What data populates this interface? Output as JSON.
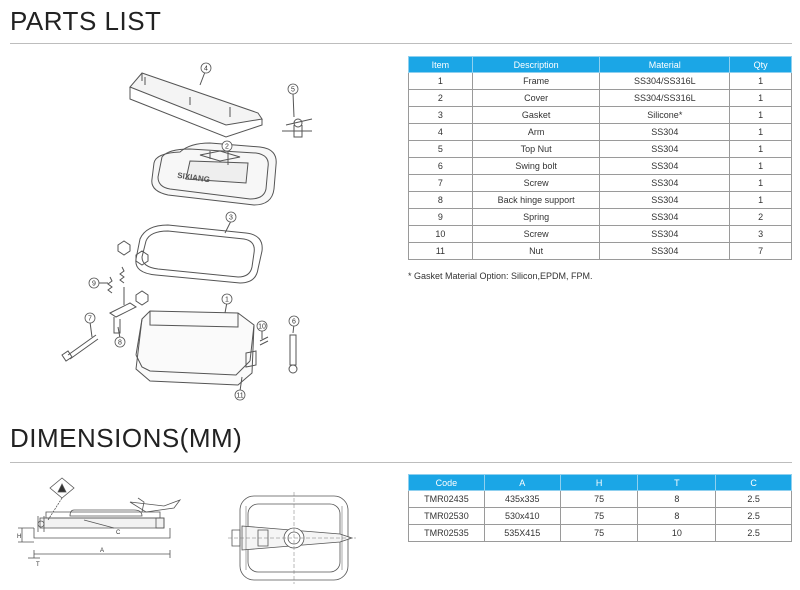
{
  "parts_section": {
    "title": "PARTS LIST",
    "table": {
      "headers": [
        "Item",
        "Description",
        "Material",
        "Qty"
      ],
      "rows": [
        [
          "1",
          "Frame",
          "SS304/SS316L",
          "1"
        ],
        [
          "2",
          "Cover",
          "SS304/SS316L",
          "1"
        ],
        [
          "3",
          "Gasket",
          "Silicone*",
          "1"
        ],
        [
          "4",
          "Arm",
          "SS304",
          "1"
        ],
        [
          "5",
          "Top Nut",
          "SS304",
          "1"
        ],
        [
          "6",
          "Swing bolt",
          "SS304",
          "1"
        ],
        [
          "7",
          "Screw",
          "SS304",
          "1"
        ],
        [
          "8",
          "Back hinge support",
          "SS304",
          "1"
        ],
        [
          "9",
          "Spring",
          "SS304",
          "2"
        ],
        [
          "10",
          "Screw",
          "SS304",
          "3"
        ],
        [
          "11",
          "Nut",
          "SS304",
          "7"
        ]
      ]
    },
    "note": "* Gasket Material Option: Silicon,EPDM, FPM.",
    "diagram": {
      "callouts": [
        "1",
        "2",
        "3",
        "4",
        "5",
        "6",
        "7",
        "8",
        "9",
        "10",
        "11"
      ],
      "brand_text": "SIXIANG"
    }
  },
  "dimensions_section": {
    "title": "DIMENSIONS(MM)",
    "table": {
      "headers": [
        "Code",
        "A",
        "H",
        "T",
        "C"
      ],
      "rows": [
        [
          "TMR02435",
          "435x335",
          "75",
          "8",
          "2.5"
        ],
        [
          "TMR02530",
          "530x410",
          "75",
          "8",
          "2.5"
        ],
        [
          "TMR02535",
          "535X415",
          "75",
          "10",
          "2.5"
        ]
      ]
    },
    "drawing_labels": {
      "a": "A",
      "h": "H",
      "t": "T",
      "c": "C"
    }
  },
  "colors": {
    "header_blue": "#1ba6e6",
    "rule_gray": "#bdbdbd"
  }
}
